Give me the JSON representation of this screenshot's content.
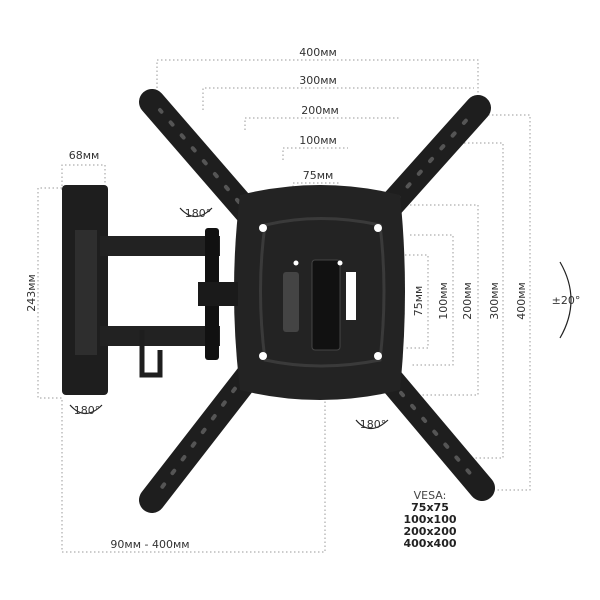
{
  "dimensions": {
    "width_400": "400мм",
    "width_300": "300мм",
    "width_200": "200мм",
    "width_100": "100мм",
    "width_75": "75мм",
    "height_75": "75мм",
    "height_100": "100мм",
    "height_200": "200мм",
    "height_300": "300мм",
    "height_400": "400мм",
    "bracket_width": "68мм",
    "bracket_height": "243мм",
    "extension": "90мм - 400мм"
  },
  "rotation": {
    "arm_top": "180°",
    "wall": "180°",
    "plate": "180°",
    "tilt": "±20°"
  },
  "vesa": {
    "title": "VESA:",
    "sizes": [
      "75x75",
      "100x100",
      "200x200",
      "400x400"
    ]
  },
  "colors": {
    "mount": "#1e1e1e",
    "dims": "#888888"
  }
}
